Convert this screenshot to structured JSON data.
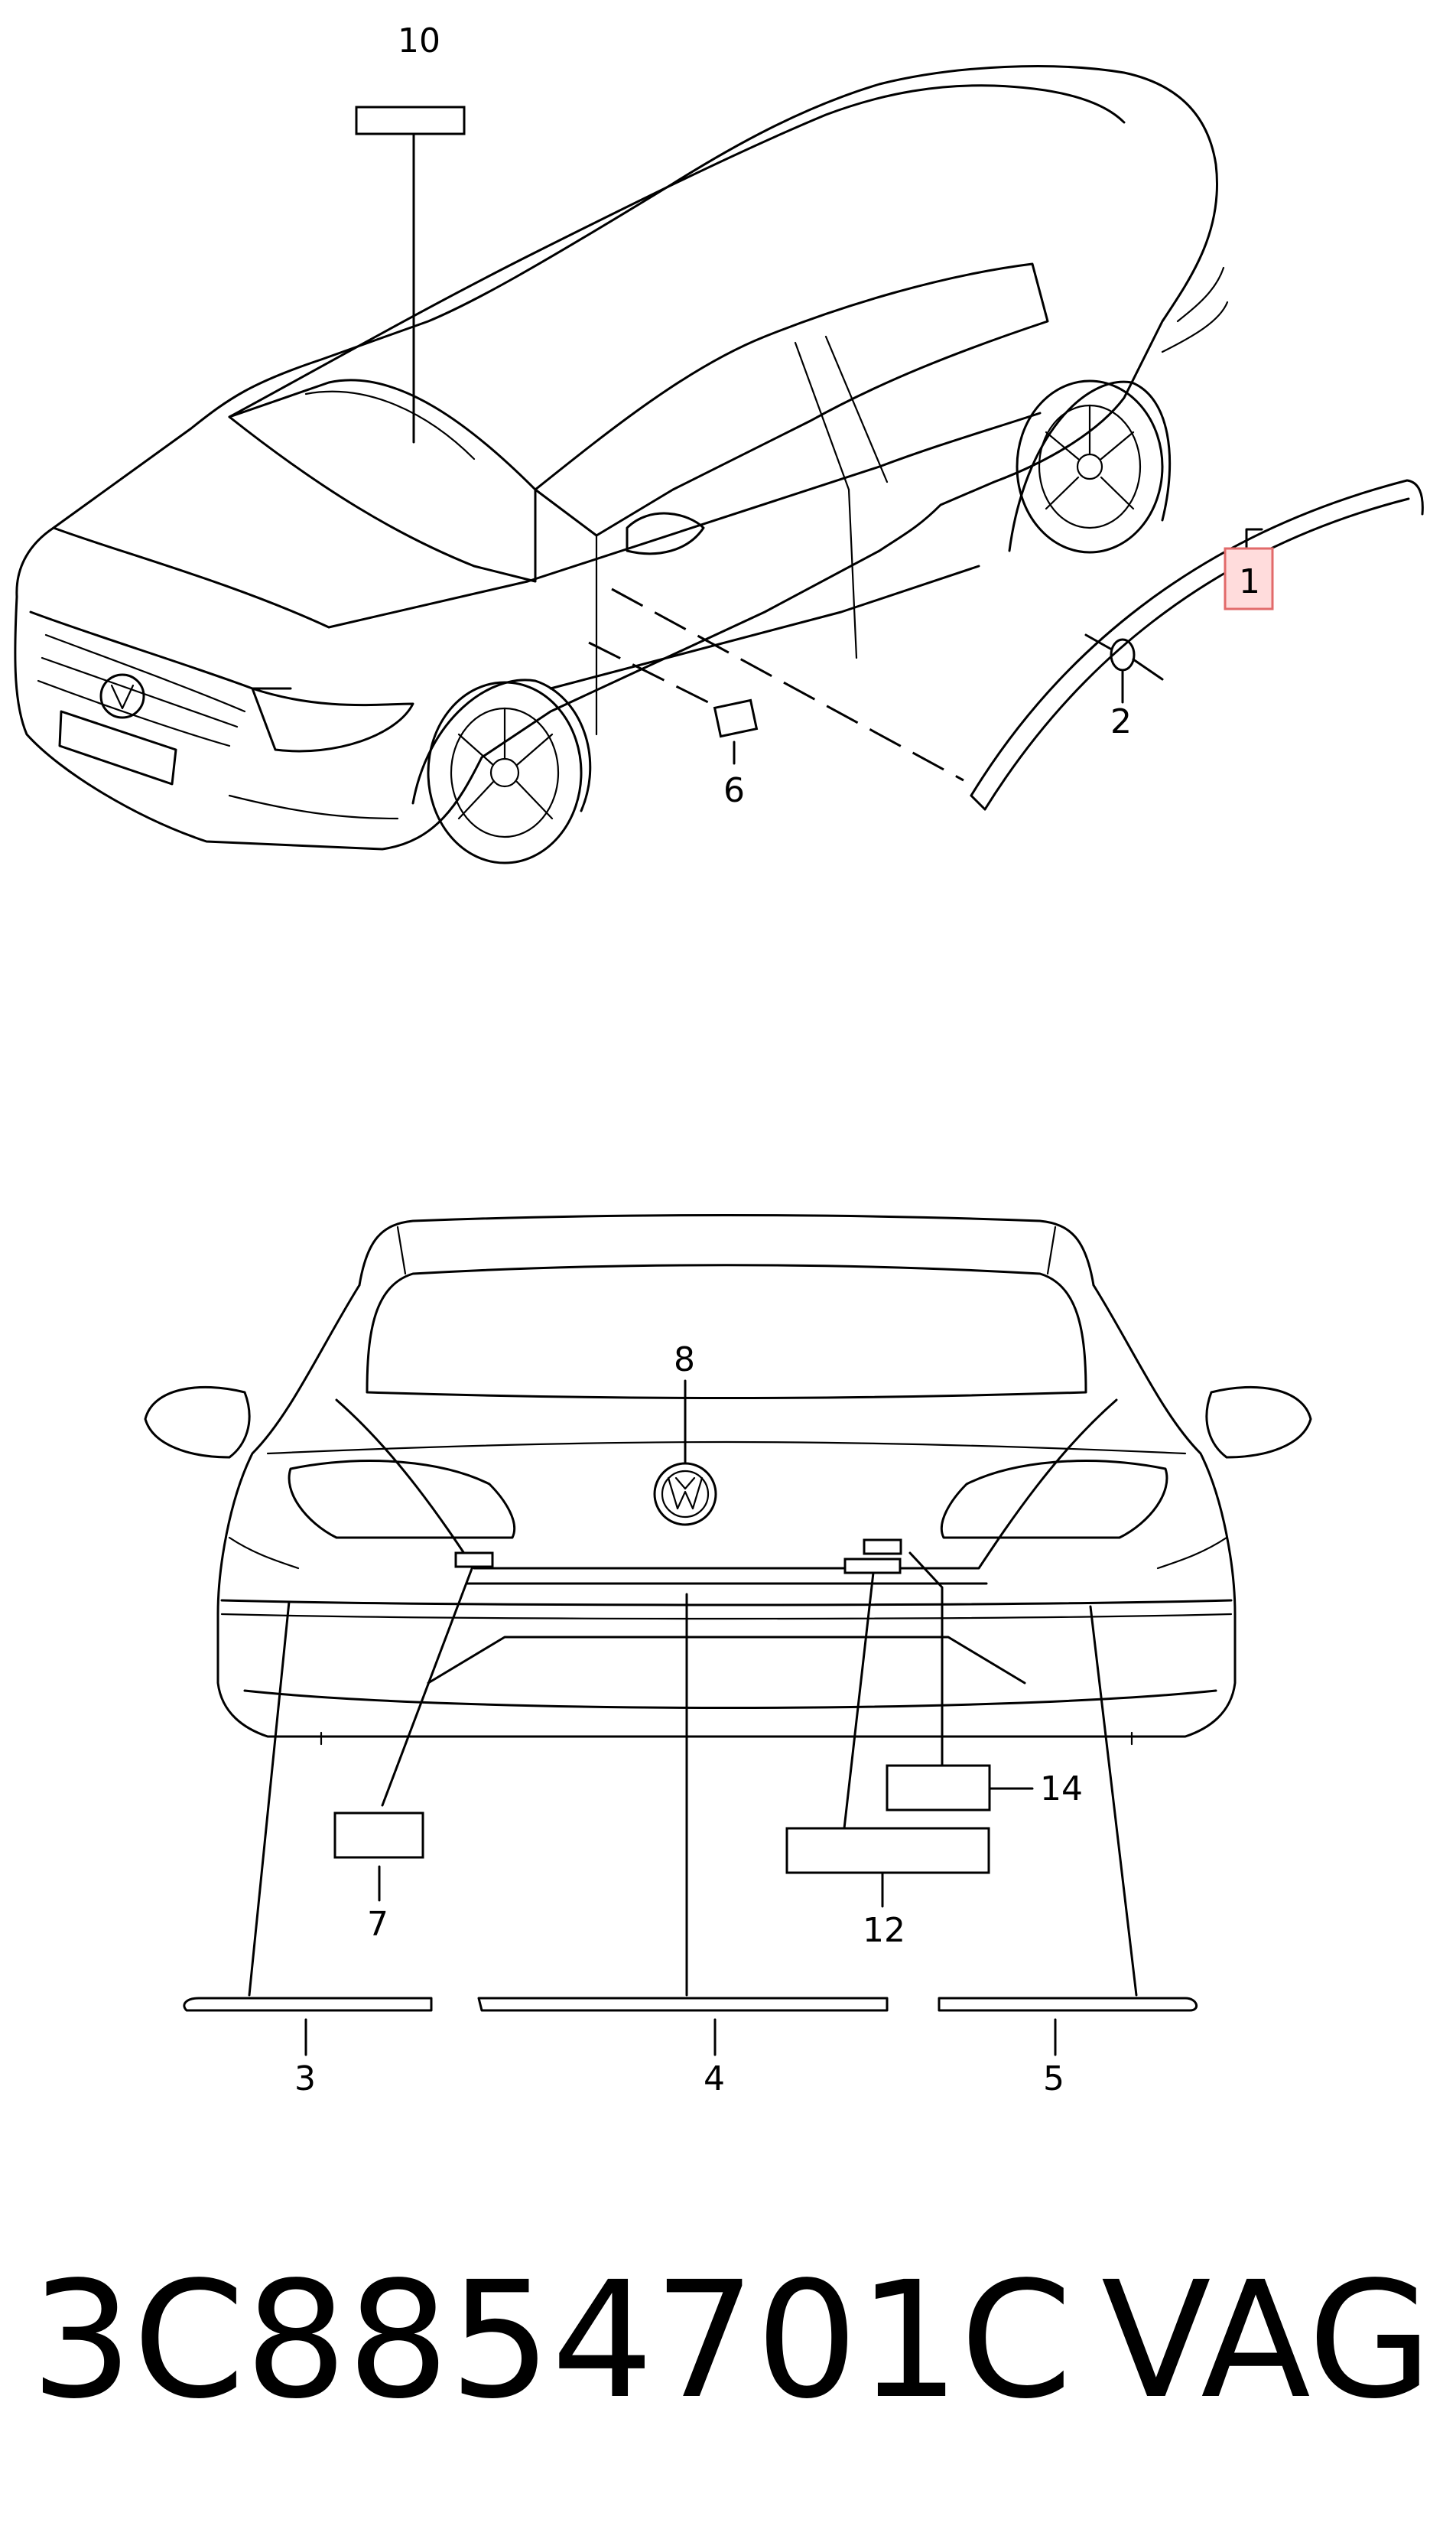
{
  "callouts": {
    "c1": "1",
    "c2": "2",
    "c3": "3",
    "c4": "4",
    "c5": "5",
    "c6": "6",
    "c7": "7",
    "c8": "8",
    "c10": "10",
    "c12": "12",
    "c14": "14"
  },
  "footer": {
    "part_number": "3C8854701C",
    "brand": "VAG"
  },
  "colors": {
    "line": "#000000",
    "highlight_fill": "#ffdcdc",
    "highlight_stroke": "#e26a6a"
  }
}
